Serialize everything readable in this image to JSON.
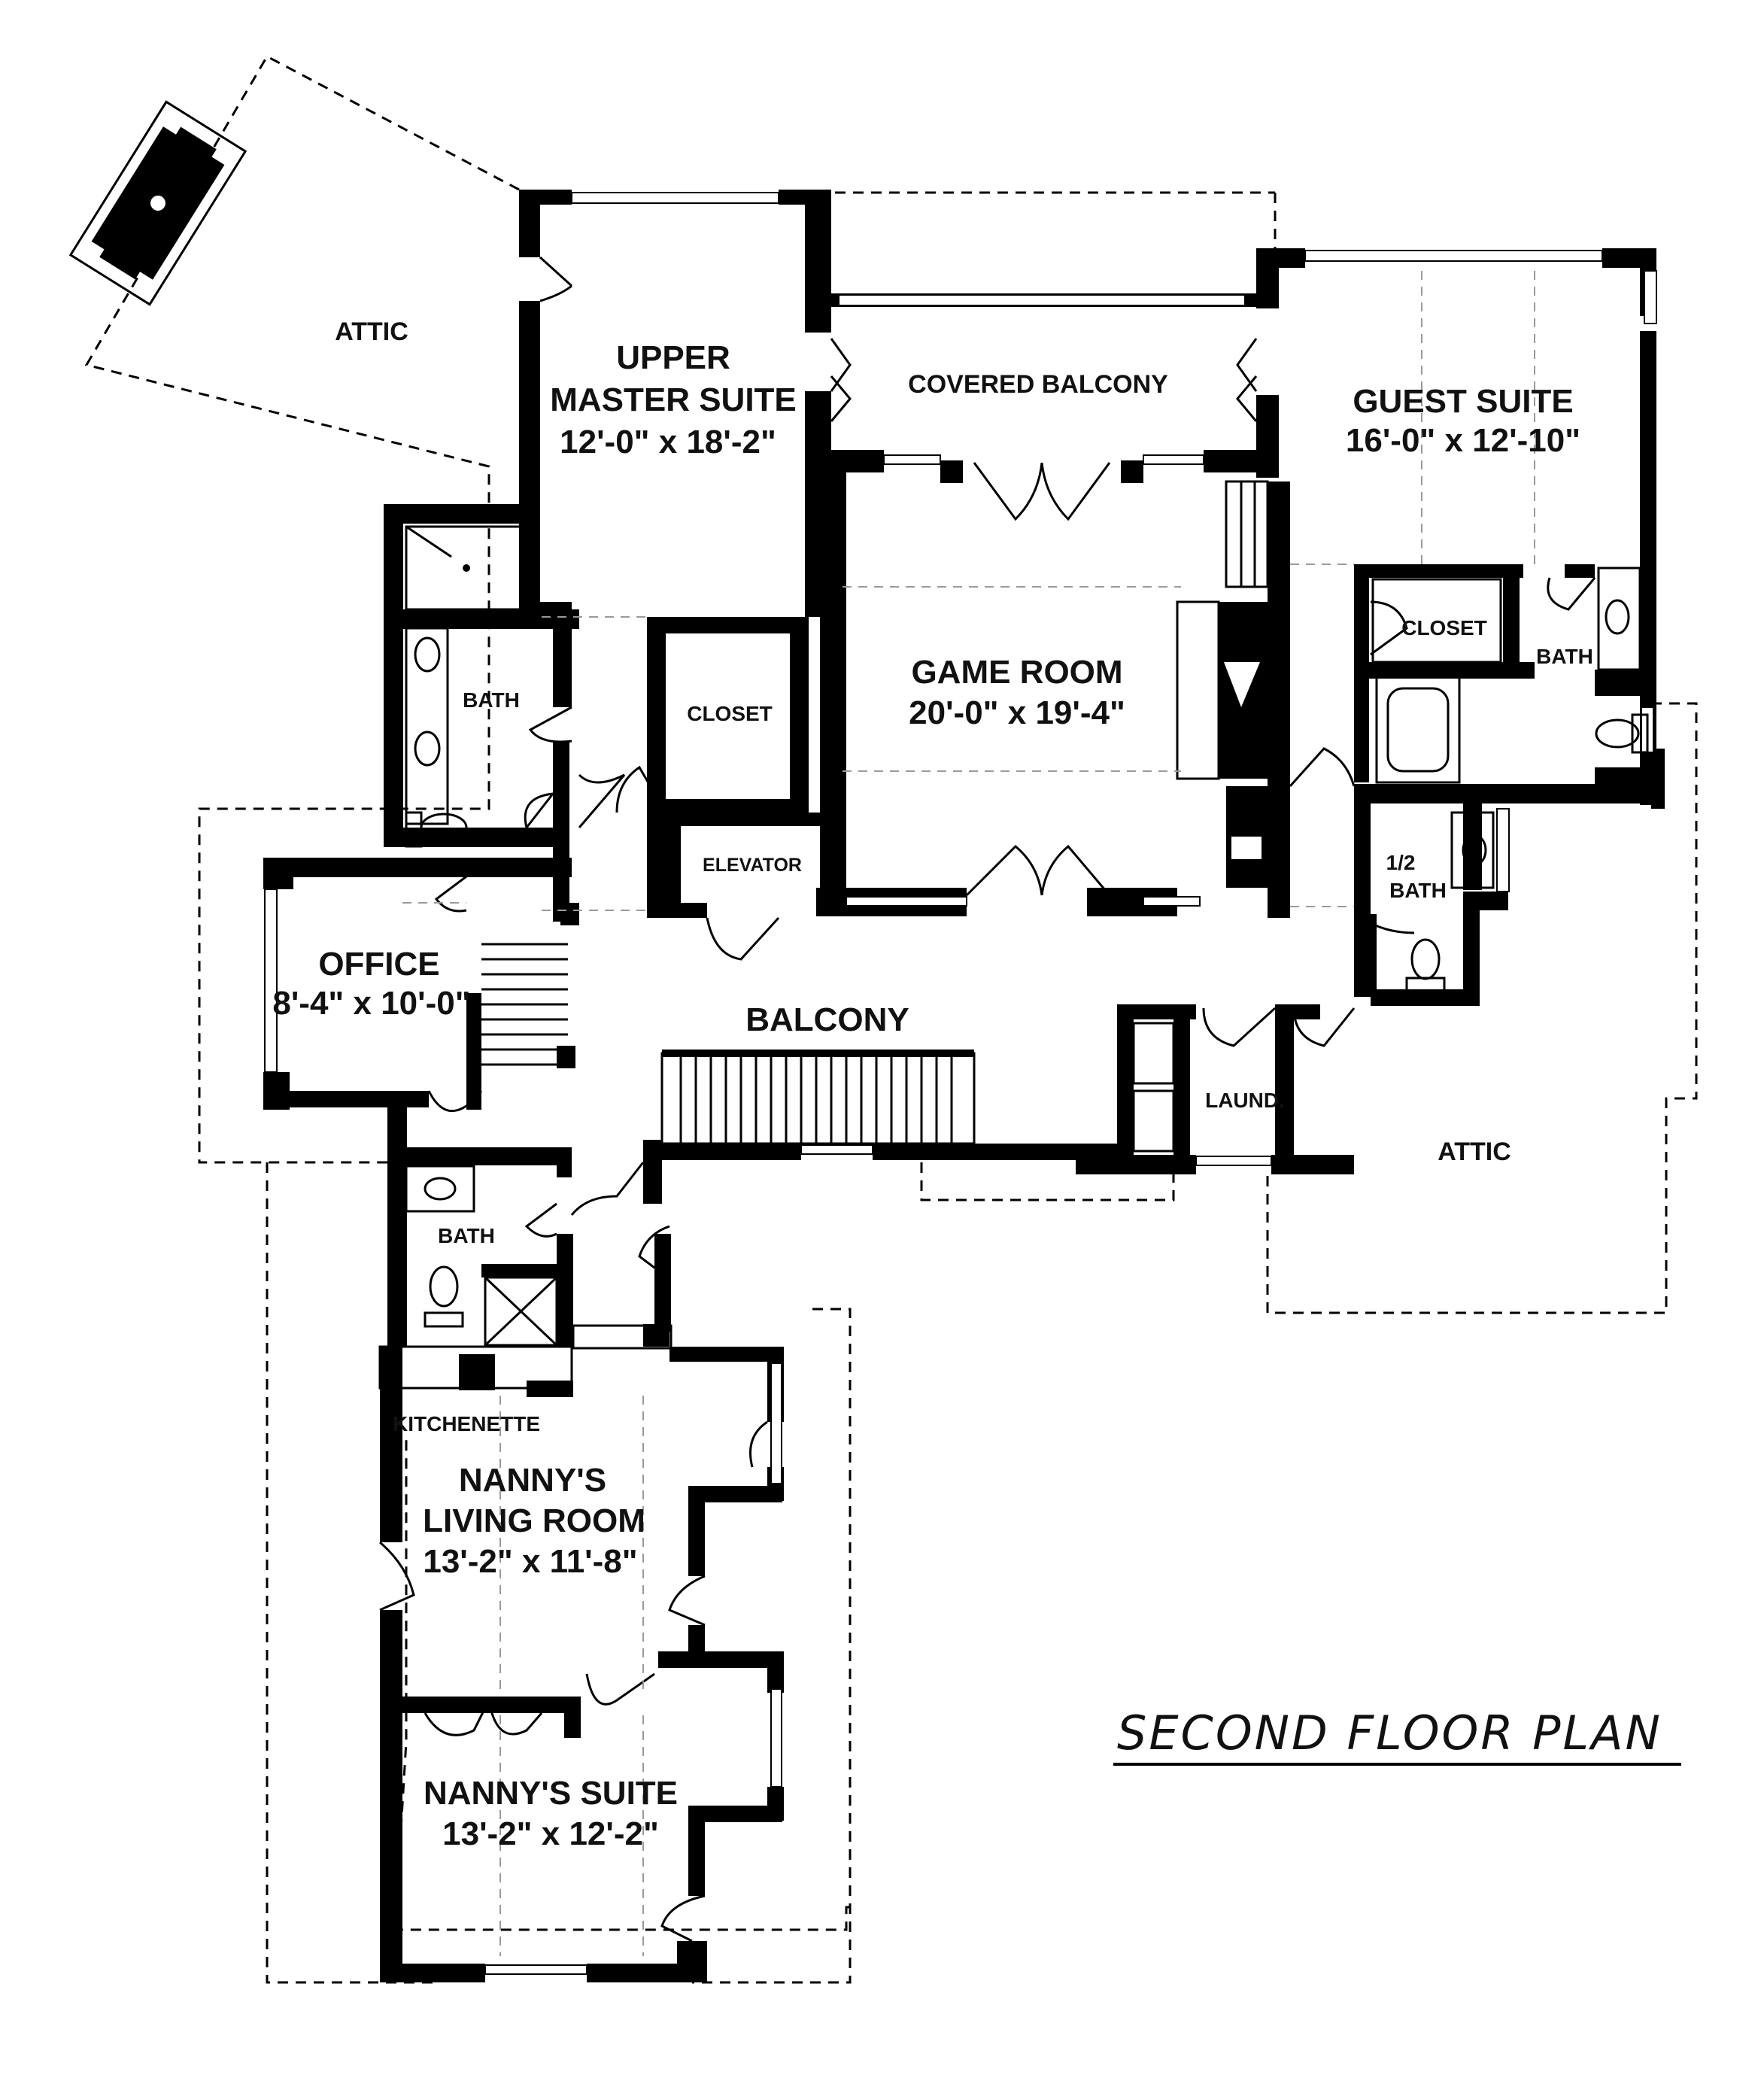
{
  "plan": {
    "title": "SECOND FLOOR PLAN",
    "rooms": {
      "attic_nw": {
        "name": "ATTIC"
      },
      "master": {
        "name_line1": "UPPER",
        "name_line2": "MASTER SUITE",
        "dims": "12'-0\" x 18'-2\""
      },
      "covered_balcony": {
        "name": "COVERED BALCONY"
      },
      "guest": {
        "name": "GUEST SUITE",
        "dims": "16'-0\" x 12'-10\""
      },
      "master_bath": {
        "name": "BATH"
      },
      "master_closet": {
        "name": "CLOSET"
      },
      "game": {
        "name": "GAME ROOM",
        "dims": "20'-0\" x 19'-4\""
      },
      "guest_closet": {
        "name": "CLOSET"
      },
      "guest_bath": {
        "name": "BATH"
      },
      "elevator": {
        "name": "ELEVATOR"
      },
      "half_bath": {
        "name_line1": "1/2",
        "name_line2": "BATH"
      },
      "office": {
        "name": "OFFICE",
        "dims": "8'-4\" x 10'-0\""
      },
      "balcony": {
        "name": "BALCONY"
      },
      "laundry": {
        "name": "LAUND."
      },
      "attic_se": {
        "name": "ATTIC"
      },
      "nanny_bath": {
        "name": "BATH"
      },
      "kitchenette": {
        "name": "KITCHENETTE"
      },
      "nanny_living": {
        "name_line1": "NANNY'S",
        "name_line2": "LIVING ROOM",
        "dims": "13'-2\" x 11'-8\""
      },
      "nanny_suite": {
        "name": "NANNY'S SUITE",
        "dims": "13'-2\" x 12'-2\""
      }
    }
  }
}
